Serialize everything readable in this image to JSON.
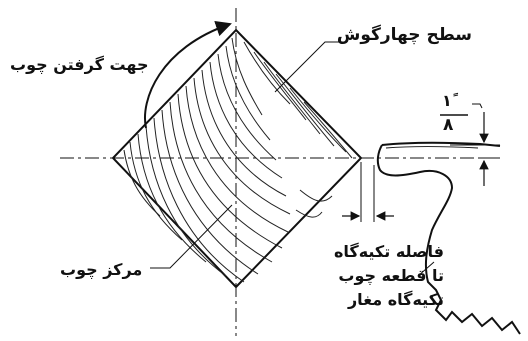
{
  "labels": {
    "square_surface": "سطح چهارگوش",
    "turning_direction": "جهت گرفتن چوب",
    "wood_center": "مرکز چوب",
    "rest_distance_line1": "فاصله تکیه‌گاه",
    "rest_distance_line2": "تا قطعه چوب",
    "rest_distance_line3": "تکیه‌گاه مغار"
  },
  "dimension": {
    "numerator": "۱ً",
    "denominator": "۸"
  },
  "colors": {
    "ink": "#111111",
    "background": "#ffffff"
  }
}
